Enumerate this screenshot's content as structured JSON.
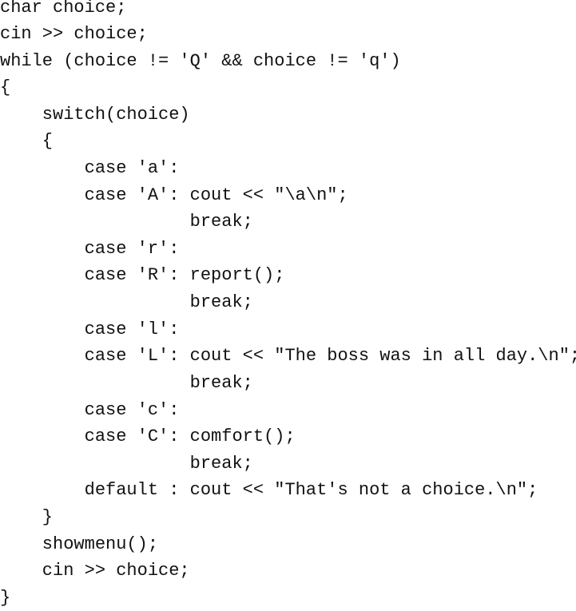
{
  "code": {
    "lines": [
      "char choice;",
      "cin >> choice;",
      "while (choice != 'Q' && choice != 'q')",
      "{",
      "    switch(choice)",
      "    {",
      "        case 'a':",
      "        case 'A': cout << \"\\a\\n\";",
      "                  break;",
      "        case 'r':",
      "        case 'R': report();",
      "                  break;",
      "        case 'l':",
      "        case 'L': cout << \"The boss was in all day.\\n\";",
      "                  break;",
      "        case 'c':",
      "        case 'C': comfort();",
      "                  break;",
      "        default : cout << \"That's not a choice.\\n\";",
      "    }",
      "    showmenu();",
      "    cin >> choice;",
      "}"
    ]
  }
}
